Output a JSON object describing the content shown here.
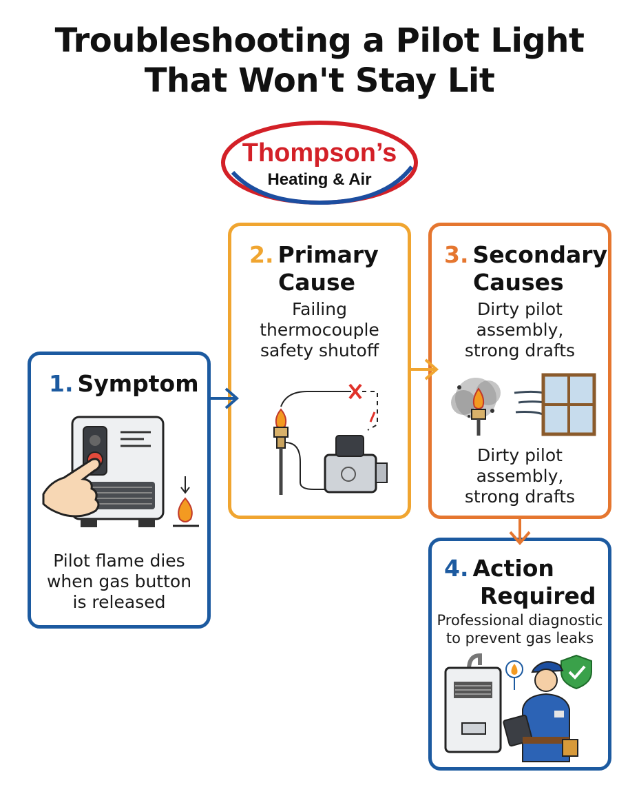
{
  "title": {
    "line1": "Troubleshooting a Pilot Light",
    "line2": "That Won't Stay Lit"
  },
  "logo": {
    "name": "Thompson’s",
    "tagline": "Heating & Air"
  },
  "steps": {
    "symptom": {
      "number": "1.",
      "heading": "Symptom",
      "lines": [
        "Pilot flame dies",
        "when gas button",
        "is released"
      ]
    },
    "primary": {
      "number": "2.",
      "heading_line1": "Primary",
      "heading_line2": "Cause",
      "lines": [
        "Failing",
        "thermocouple",
        "safety shutoff"
      ]
    },
    "secondary": {
      "number": "3.",
      "heading_line1": "Secondary",
      "heading_line2": "Causes",
      "lines_top": [
        "Dirty pilot",
        "assembly,",
        "strong drafts"
      ],
      "lines_bottom": [
        "Dirty pilot",
        "assembly,",
        "strong drafts"
      ]
    },
    "action": {
      "number": "4.",
      "heading_line1": "Action",
      "heading_line2": "Required",
      "lines": [
        "Professional diagnostic",
        "to prevent gas leaks"
      ]
    }
  },
  "colors": {
    "blue": "#1c5aa0",
    "gold": "#f0a530",
    "orange": "#e5762f",
    "logo_red": "#d32027",
    "logo_blue": "#1c4ea0"
  }
}
